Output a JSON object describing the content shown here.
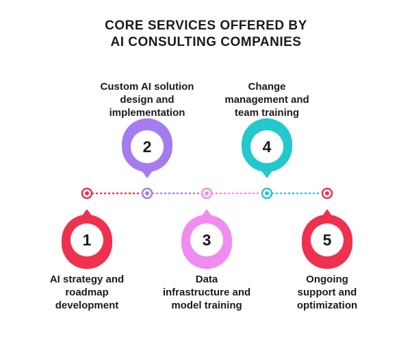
{
  "title": {
    "line1": "CORE SERVICES OFFERED BY",
    "line2": "AI CONSULTING COMPANIES"
  },
  "services": [
    {
      "number": "1",
      "label_lines": [
        "AI strategy and",
        "roadmap",
        "development"
      ],
      "color": "#f0304f"
    },
    {
      "number": "2",
      "label_lines": [
        "Custom AI solution",
        "design and",
        "implementation"
      ],
      "color": "#a47cf0"
    },
    {
      "number": "3",
      "label_lines": [
        "Data",
        "infrastructure and",
        "model training"
      ],
      "color": "#f08cf0"
    },
    {
      "number": "4",
      "label_lines": [
        "Change",
        "management and",
        "team training"
      ],
      "color": "#22c8cc"
    },
    {
      "number": "5",
      "label_lines": [
        "Ongoing",
        "support and",
        "optimization"
      ],
      "color": "#f0304f"
    }
  ]
}
